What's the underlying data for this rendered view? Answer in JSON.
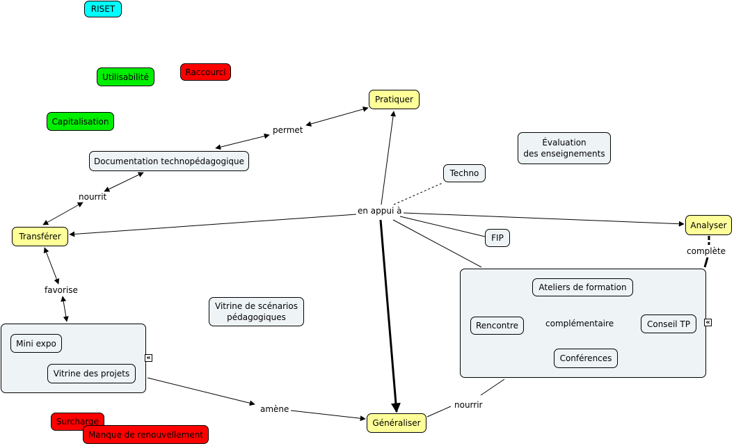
{
  "tags": {
    "riset": "RISET",
    "utilisabilite": "Utilisabilité",
    "raccourci": "Raccourci",
    "capitalisation": "Capitalisation",
    "surcharge": "Surcharge",
    "manque": "Manque de renouvellement"
  },
  "concepts": {
    "pratiquer": "Pratiquer",
    "documentation": "Documentation technopédagogique",
    "transferer": "Transférer",
    "generaliser": "Généraliser",
    "analyser": "Analyser",
    "evaluation": "Évaluation\ndes enseignements",
    "techno": "Techno",
    "fip": "FIP",
    "vitrine_scenarios": "Vitrine de scénarios\npédagogiques",
    "mini_expo": "Mini expo",
    "vitrine_projets": "Vitrine des projets",
    "ateliers": "Ateliers de formation",
    "rencontre": "Rencontre",
    "conseil_tp": "Conseil TP",
    "conferences": "Conférences"
  },
  "linking_phrases": {
    "permet": "permet",
    "nourrit": "nourrit",
    "en_appui": "en appui à",
    "favorise": "favorise",
    "amene": "amène",
    "nourrir": "nourrir",
    "complete": "complète",
    "complementaire": "complémentaire"
  },
  "icons": {
    "group_left": "collapse-group-icon",
    "group_right": "collapse-group-icon"
  },
  "colors": {
    "concept_fill": "#eef3f5",
    "main_concept_fill": "#ffff99",
    "positive_tag": "#00ee00",
    "negative_tag": "#ff0000",
    "riset_tag": "#00ffff"
  }
}
